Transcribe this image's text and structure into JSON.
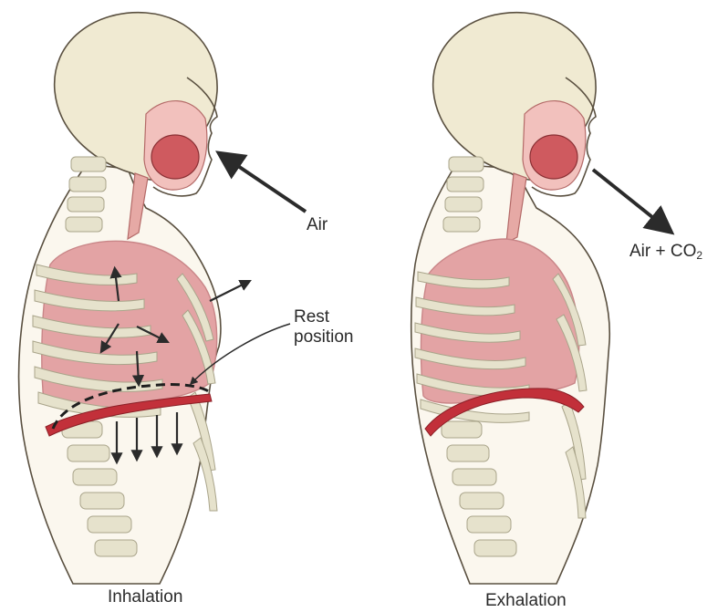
{
  "labels": {
    "air": "Air",
    "rest_position_line1": "Rest",
    "rest_position_line2": "position",
    "air_co2_prefix": "Air + CO",
    "air_co2_subscript": "2",
    "inhalation": "Inhalation",
    "exhalation": "Exhalation"
  },
  "colors": {
    "skin": "#fbf7ee",
    "skull": "#f0ead2",
    "bone": "#e6e2cc",
    "bone_outline": "#a9a48a",
    "lung": "#e3a3a4",
    "lung_dark": "#c98688",
    "diaphragm": "#c2303a",
    "mouth": "#cf5a5f",
    "arrow": "#2b2b2b",
    "outline": "#5a5040"
  }
}
